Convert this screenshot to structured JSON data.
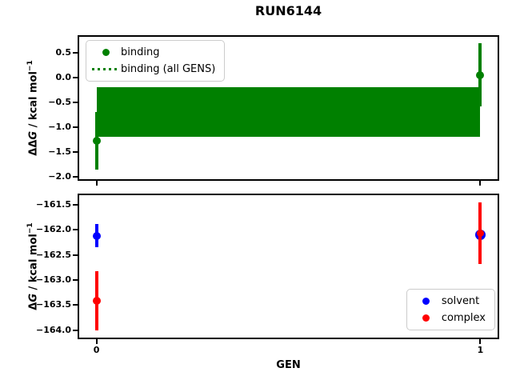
{
  "title": "RUN6144",
  "xlabel": "GEN",
  "colors": {
    "binding": "#008000",
    "solvent": "#0000ff",
    "complex": "#ff0000",
    "spine": "#000000",
    "legend_border": "#cccccc"
  },
  "chart_data": [
    {
      "type": "errorbar-line",
      "subplot": "top",
      "ylabel": {
        "prefix": "ΔΔ",
        "italic": "G",
        "suffix": " / kcal mol",
        "sup": "−1",
        "text": "ΔΔG / kcal mol−1"
      },
      "xlabel": "",
      "xlim": [
        -0.045,
        1.045
      ],
      "ylim": [
        -2.05,
        0.82
      ],
      "grid": false,
      "yticks": [
        {
          "value": 0.5,
          "label": "0.5"
        },
        {
          "value": 0.0,
          "label": "0.0"
        },
        {
          "value": -0.5,
          "label": "−0.5"
        },
        {
          "value": -1.0,
          "label": "−1.0"
        },
        {
          "value": -1.5,
          "label": "−1.5"
        },
        {
          "value": -2.0,
          "label": "−2.0"
        }
      ],
      "xticks": [
        {
          "value": 0,
          "label": ""
        },
        {
          "value": 1,
          "label": ""
        }
      ],
      "band": {
        "label": "binding (all GENS)",
        "color": "#008000",
        "x0": 0,
        "x1": 1,
        "center": -0.69,
        "half": 0.5,
        "linestyle": "dotted"
      },
      "series": [
        {
          "name": "binding",
          "color": "#008000",
          "marker": "o",
          "points": [
            {
              "x": 0,
              "y": -1.28,
              "yerr": 0.58
            },
            {
              "x": 1,
              "y": 0.05,
              "yerr": 0.64
            }
          ]
        }
      ],
      "legend": {
        "loc": "upper-left",
        "entries": [
          {
            "label": "binding",
            "marker": "dot",
            "color": "#008000"
          },
          {
            "label": "binding (all GENS)",
            "marker": "dotted-line",
            "color": "#008000"
          }
        ]
      }
    },
    {
      "type": "errorbar",
      "subplot": "bottom",
      "ylabel": {
        "prefix": "Δ",
        "italic": "G",
        "suffix": " / kcal mol",
        "sup": "−1",
        "text": "ΔG / kcal mol−1"
      },
      "xlabel": "GEN",
      "xlim": [
        -0.045,
        1.045
      ],
      "ylim": [
        -164.15,
        -161.31
      ],
      "grid": false,
      "yticks": [
        {
          "value": -161.5,
          "label": "−161.5"
        },
        {
          "value": -162.0,
          "label": "−162.0"
        },
        {
          "value": -162.5,
          "label": "−162.5"
        },
        {
          "value": -163.0,
          "label": "−163.0"
        },
        {
          "value": -163.5,
          "label": "−163.5"
        },
        {
          "value": -164.0,
          "label": "−164.0"
        }
      ],
      "xticks": [
        {
          "value": 0,
          "label": "0"
        },
        {
          "value": 1,
          "label": "1"
        }
      ],
      "series": [
        {
          "name": "solvent",
          "color": "#0000ff",
          "marker": "o",
          "points": [
            {
              "x": 0,
              "y": -162.12,
              "yerr": 0.23
            },
            {
              "x": 1,
              "y": -162.1,
              "yerr": 0.2
            }
          ]
        },
        {
          "name": "complex",
          "color": "#ff0000",
          "marker": "o",
          "points": [
            {
              "x": 0,
              "y": -163.42,
              "yerr": 0.59
            },
            {
              "x": 1,
              "y": -162.07,
              "yerr": 0.62
            }
          ]
        }
      ],
      "legend": {
        "loc": "lower-right",
        "entries": [
          {
            "label": "solvent",
            "marker": "dot",
            "color": "#0000ff"
          },
          {
            "label": "complex",
            "marker": "dot",
            "color": "#ff0000"
          }
        ]
      }
    }
  ]
}
